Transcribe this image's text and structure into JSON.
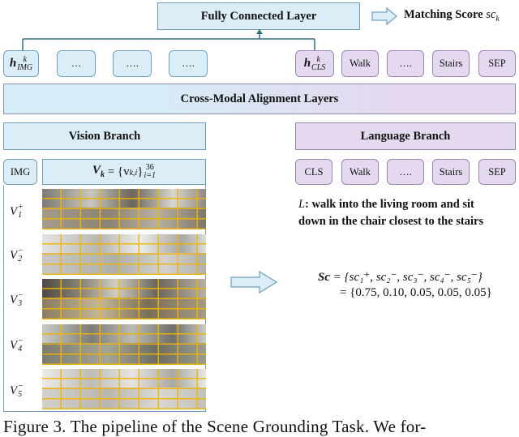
{
  "colors": {
    "blue_fill": "#dbeef8",
    "purple_fill": "#e4d9ee",
    "grid_line": "#f0b400",
    "arrow_fill": "#dbeef8"
  },
  "fc_layer": {
    "label": "Fully Connected Layer"
  },
  "matching": {
    "label": "Matching Score",
    "symbol": "sc",
    "subscript": "k"
  },
  "top_tokens": {
    "img": {
      "base": "h",
      "sup": "k",
      "sub": "IMG"
    },
    "dots1": "…",
    "dots2": "….",
    "dots3": "….",
    "cls": {
      "base": "h",
      "sup": "k",
      "sub": "CLS"
    },
    "walk": "Walk",
    "dots4": "….",
    "stairs": "Stairs",
    "sep": "SEP"
  },
  "cross_modal": {
    "label": "Cross-Modal Alignment Layers"
  },
  "vision_branch": {
    "label": "Vision Branch"
  },
  "language_branch": {
    "label": "Language Branch"
  },
  "vision_tokens": {
    "img": "IMG",
    "vk_lhs": "V",
    "vk_lhs_sub": "k",
    "vk_eq": "= {v",
    "vk_sub": "k,i",
    "vk_close": "}",
    "vk_sup": "36",
    "vk_lower": "i=1"
  },
  "lang_tokens": {
    "cls": "CLS",
    "walk": "Walk",
    "dots": "….",
    "stairs": "Stairs",
    "sep": "SEP"
  },
  "candidates": [
    {
      "name": "V",
      "sub": "1",
      "sup": "+"
    },
    {
      "name": "V",
      "sub": "2",
      "sup": "−"
    },
    {
      "name": "V",
      "sub": "3",
      "sup": "−"
    },
    {
      "name": "V",
      "sub": "4",
      "sup": "−"
    },
    {
      "name": "V",
      "sub": "5",
      "sup": "−"
    }
  ],
  "instruction": {
    "symbol": "L",
    "text_line1": ": walk into the living room and sit",
    "text_line2": "down in the chair closest to the stairs"
  },
  "scores": {
    "lhs": "Sc",
    "line1": "= {sc₁⁺, sc₂⁻, sc₃⁻, sc₄⁻, sc₅⁻}",
    "line2": "= {0.75, 0.10, 0.05, 0.05, 0.05}"
  },
  "caption": "Figure 3. The pipeline of the Scene Grounding Task.  We for-"
}
